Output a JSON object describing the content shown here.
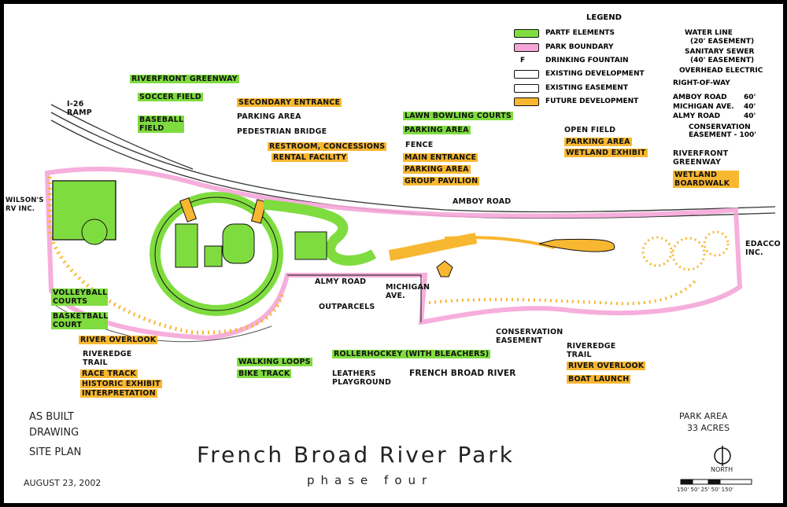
{
  "legend": {
    "title": "LEGEND",
    "items": [
      {
        "label": "PARTF ELEMENTS",
        "color": "#7fdc3f"
      },
      {
        "label": "PARK BOUNDARY",
        "color": "#f5a6d8"
      },
      {
        "label": "DRINKING FOUNTAIN",
        "symbol": "F"
      },
      {
        "label": "EXISTING DEVELOPMENT",
        "color": "#ffffff"
      },
      {
        "label": "EXISTING EASEMENT",
        "color": "#ffffff"
      },
      {
        "label": "FUTURE DEVELOPMENT",
        "color": "#f7b731"
      }
    ],
    "lines": [
      {
        "label": "WATER LINE",
        "sub": "(20' EASEMENT)"
      },
      {
        "label": "SANITARY SEWER",
        "sub": "(40' EASEMENT)"
      },
      {
        "label": "OVERHEAD ELECTRIC",
        "sub": "RIGHT-OF-WAY"
      }
    ],
    "row": [
      {
        "road": "AMBOY ROAD",
        "width": "60'"
      },
      {
        "road": "MICHIGAN AVE.",
        "width": "40'"
      },
      {
        "road": "ALMY ROAD",
        "width": "40'"
      }
    ],
    "conservation": "CONSERVATION EASEMENT - 100'"
  },
  "labels": {
    "riverfront_greenway": "RIVERFRONT GREENWAY",
    "ramp": "I-26 RAMP",
    "soccer": "SOCCER FIELD",
    "baseball": "BASEBALL FIELD",
    "secondary_entrance": "SECONDARY ENTRANCE",
    "parking_area_1": "PARKING AREA",
    "ped_bridge": "PEDESTRIAN BRIDGE",
    "restroom": "RESTROOM, CONCESSIONS",
    "rental": "RENTAL FACILITY",
    "lawn_bowling": "LAWN BOWLING COURTS",
    "parking_area_2": "PARKING AREA",
    "fence": "FENCE",
    "main_entrance": "MAIN ENTRANCE",
    "parking_area_3": "PARKING AREA",
    "group_pavilion": "GROUP PAVILION",
    "open_field": "OPEN FIELD",
    "parking_area_4": "PARKING AREA",
    "wetland_exhibit": "WETLAND EXHIBIT",
    "riverfront_greenway_2": "RIVERFRONT GREENWAY",
    "wetland_boardwalk": "WETLAND BOARDWALK",
    "wilsons": "WILSON'S RV INC.",
    "edacco": "EDACCO INC.",
    "amboy_road": "AMBOY ROAD",
    "almy_road": "ALMY ROAD",
    "michigan_ave": "MICHIGAN AVE.",
    "outparcels": "OUTPARCELS",
    "volleyball": "VOLLEYBALL COURTS",
    "basketball": "BASKETBALL COURT",
    "river_overlook_1": "RIVER OVERLOOK",
    "riveredge_trail_1": "RIVEREDGE TRAIL",
    "race_track": "RACE TRACK",
    "historic": "HISTORIC EXHIBIT",
    "interpretation": "INTERPRETATION",
    "walking_loops": "WALKING LOOPS",
    "bike_track": "BIKE TRACK",
    "rollerhockey": "ROLLERHOCKEY (WITH BLEACHERS)",
    "leathers": "LEATHERS PLAYGROUND",
    "french_broad_river": "FRENCH BROAD RIVER",
    "conservation_easement": "CONSERVATION EASEMENT",
    "riveredge_trail_2": "RIVEREDGE TRAIL",
    "river_overlook_2": "RIVER OVERLOOK",
    "boat_launch": "BOAT LAUNCH"
  },
  "footer": {
    "as_built": "AS BUILT",
    "drawing": "DRAWING",
    "site_plan": "SITE PLAN",
    "date": "AUGUST 23, 2002",
    "title": "French Broad River Park",
    "subtitle": "phase four",
    "park_area": "PARK AREA",
    "acres": "33 ACRES",
    "north": "NORTH",
    "scale": "150'  50' 25' 50'      150'"
  }
}
